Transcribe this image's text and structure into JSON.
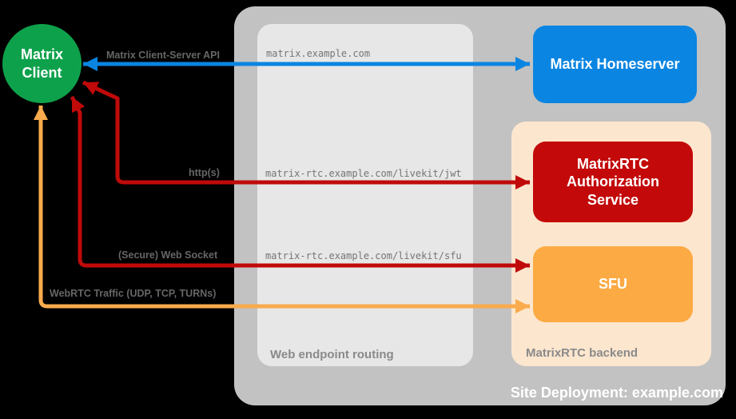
{
  "containers": {
    "site": {
      "label": "Site Deployment: example.com",
      "fill": "#C2C2C2"
    },
    "routing": {
      "label": "Web endpoint routing",
      "fill": "#E7E7E7"
    },
    "backend": {
      "label": "MatrixRTC backend",
      "fill": "#FCE6CE"
    }
  },
  "nodes": {
    "client": {
      "label": "Matrix Client",
      "fill": "#0EA14B"
    },
    "homeserver": {
      "label": "Matrix Homeserver",
      "fill": "#0A85E2"
    },
    "auth_service": {
      "label": "MatrixRTC Authorization Service",
      "fill": "#C30909"
    },
    "sfu": {
      "label": "SFU",
      "fill": "#FCAA43"
    }
  },
  "routes": {
    "homeserver_host": "matrix.example.com",
    "jwt_path": "matrix-rtc.example.com/livekit/jwt",
    "sfu_path": "matrix-rtc.example.com/livekit/sfu"
  },
  "arrows": {
    "client_server_api": {
      "label": "Matrix Client-Server API",
      "color": "#0A85E2"
    },
    "https": {
      "label": "http(s)",
      "color": "#C00A0A"
    },
    "websocket": {
      "label": "(Secure) Web Socket",
      "color": "#C00A0A"
    },
    "webrtc": {
      "label": "WebRTC Traffic (UDP, TCP, TURNs)",
      "color": "#F9AB4D"
    }
  }
}
